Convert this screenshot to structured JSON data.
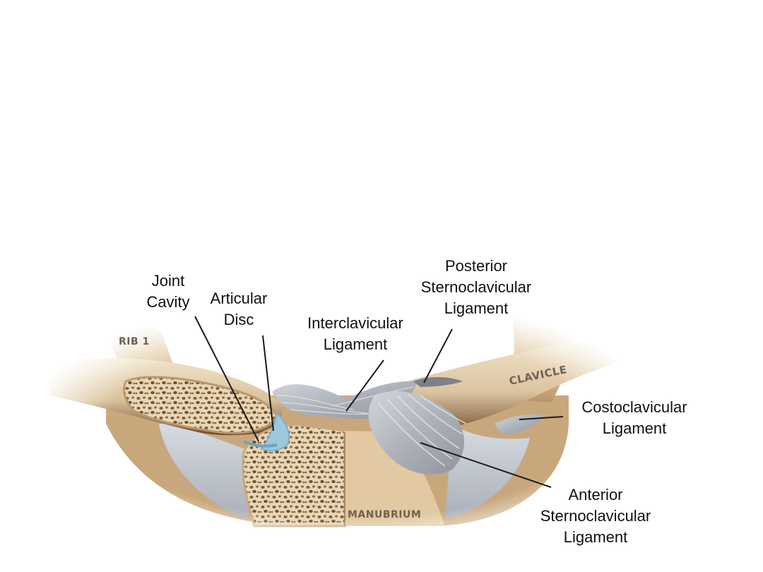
{
  "labels": {
    "joint_cavity": [
      "Joint",
      "Cavity"
    ],
    "articular_disc": [
      "Articular",
      "Disc"
    ],
    "interclavicular": [
      "Interclavicular",
      "Ligament"
    ],
    "posterior": [
      "Posterior",
      "Sternoclavicular",
      "Ligament"
    ],
    "costoclavicular": [
      "Costoclavicular",
      "Ligament"
    ],
    "anterior": [
      "Anterior",
      "Sternoclavicular",
      "Ligament"
    ]
  },
  "bone_labels": {
    "rib": "RIB 1",
    "clavicle": "CLAVICLE",
    "manubrium": "MANUBRIUM"
  },
  "colors": {
    "bone": "#e6d3b2",
    "bone_shadow": "#8a6a48",
    "cartilage": "#c9ced6",
    "ligament": "#b9bcc3",
    "disc": "#9ec8dd",
    "leader": "#1a1a1a"
  }
}
